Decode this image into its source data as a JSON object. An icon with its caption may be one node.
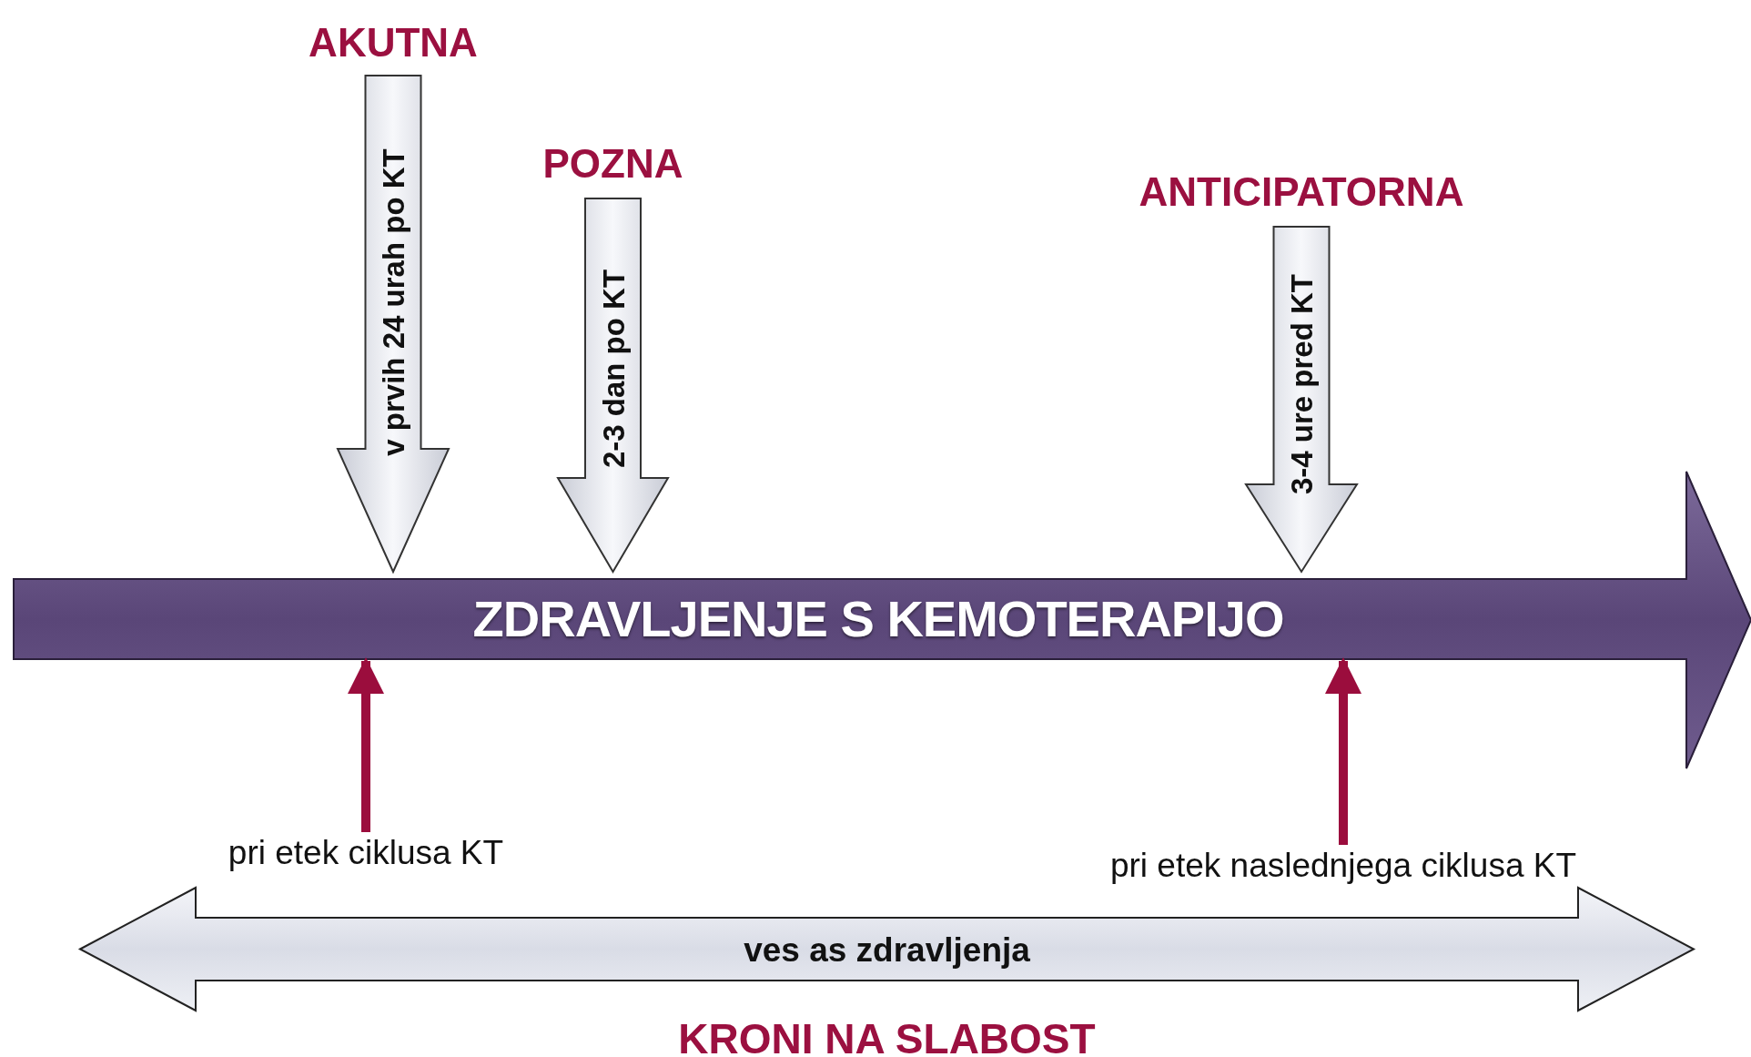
{
  "diagram": {
    "nodes": [
      {
        "text": [
          "AKUTNA",
          "v prvih 24 urah po KT"
        ]
      },
      {
        "text": [
          "POZNA",
          "2-3 dan po KT"
        ]
      },
      {
        "text": [
          "ANTICIPATORNA",
          "3-4 ure pred KT"
        ]
      },
      {
        "text": [
          "ZDRAVLJENJE S KEMOTERAPIJO"
        ]
      },
      {
        "text": [
          "pri etek ciklusa KT"
        ]
      },
      {
        "text": [
          "pri etek naslednjega ciklusa KT"
        ]
      },
      {
        "text": [
          "ves as zdravljenja",
          "KRONI NA SLABOST"
        ]
      }
    ],
    "edges": [
      {
        "from": 4,
        "to": 3,
        "arrow": "to"
      },
      {
        "from": 5,
        "to": 3,
        "arrow": "to"
      }
    ]
  }
}
